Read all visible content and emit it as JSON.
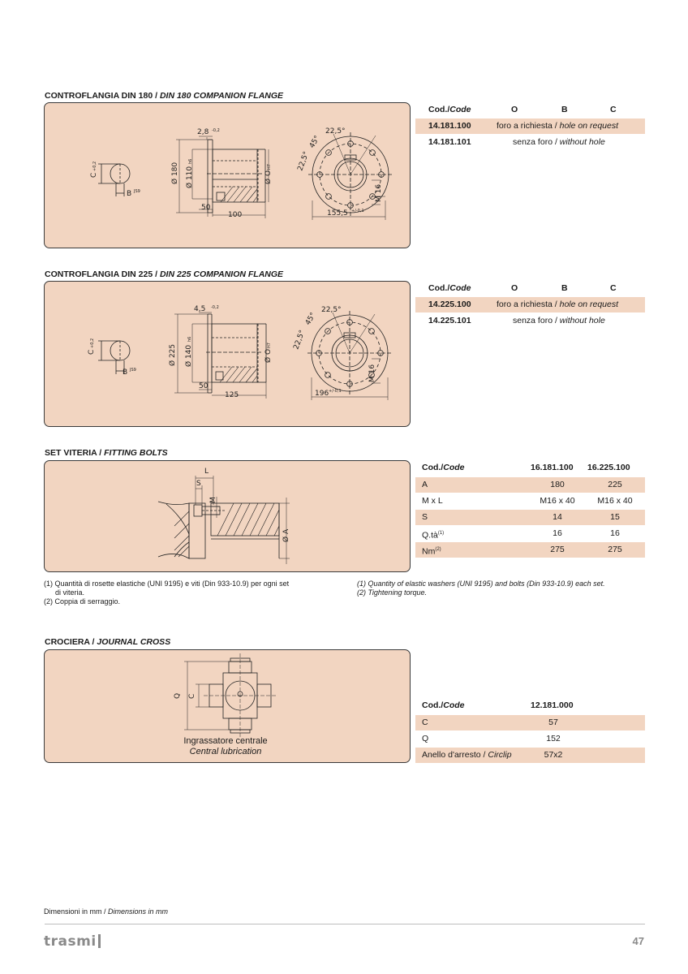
{
  "section1": {
    "title_it": "CONTROFLANGIA DIN 180 / ",
    "title_en": "DIN 180 COMPANION FLANGE",
    "drawing": {
      "d1": "2,8",
      "d1_tol": "-0,2",
      "d2": "Ø 180",
      "d3": "Ø 110",
      "d3_tol": "h6",
      "d4": "Ø O",
      "d4_tol": "H7",
      "d5": "50",
      "d6": "100",
      "d7": "155,5",
      "d7_tol": "+/-0,1",
      "a1": "22,5°",
      "a2": "45°",
      "a3": "22,5°",
      "m": "M 16",
      "c": "C",
      "c_tol": "+0,2",
      "b": "B",
      "b_tol": "JS9"
    },
    "table": {
      "headers": [
        "Cod./",
        "Code",
        "O",
        "B",
        "C"
      ],
      "rows": [
        {
          "code": "14.181.100",
          "desc_it": "foro a richiesta / ",
          "desc_en": "hole on request"
        },
        {
          "code": "14.181.101",
          "desc_it": "senza foro / ",
          "desc_en": "without hole"
        }
      ]
    }
  },
  "section2": {
    "title_it": "CONTROFLANGIA DIN 225 / ",
    "title_en": "DIN 225 COMPANION FLANGE",
    "drawing": {
      "d1": "4,5",
      "d1_tol": "-0,2",
      "d2": "Ø 225",
      "d3": "Ø 140",
      "d3_tol": "h6",
      "d4": "Ø O",
      "d4_tol": "H7",
      "d5": "50",
      "d6": "125",
      "d7": "196",
      "d7_tol": "+/-0,1",
      "a1": "22,5°",
      "a2": "45°",
      "a3": "22,5°",
      "m": "M 16",
      "c": "C",
      "c_tol": "+0,2",
      "b": "B",
      "b_tol": "JS9"
    },
    "table": {
      "headers": [
        "Cod./",
        "Code",
        "O",
        "B",
        "C"
      ],
      "rows": [
        {
          "code": "14.225.100",
          "desc_it": "foro a richiesta / ",
          "desc_en": "hole on request"
        },
        {
          "code": "14.225.101",
          "desc_it": "senza foro / ",
          "desc_en": "without hole"
        }
      ]
    }
  },
  "section3": {
    "title_it": "SET VITERIA / ",
    "title_en": "FITTING BOLTS",
    "drawing": {
      "l": "L",
      "s": "S",
      "m": "M",
      "a": "Ø A"
    },
    "table": {
      "headers": [
        "Cod./",
        "Code",
        "16.181.100",
        "16.225.100"
      ],
      "rows": [
        {
          "label": "A",
          "sup": "",
          "v1": "180",
          "v2": "225"
        },
        {
          "label": "M x L",
          "sup": "",
          "v1": "M16 x 40",
          "v2": "M16 x 40"
        },
        {
          "label": "S",
          "sup": "",
          "v1": "14",
          "v2": "15"
        },
        {
          "label": "Q.tà",
          "sup": "(1)",
          "v1": "16",
          "v2": "16"
        },
        {
          "label": "Nm",
          "sup": "(2)",
          "v1": "275",
          "v2": "275"
        }
      ]
    },
    "notes_it": [
      "(1) Quantità di rosette elastiche (UNI 9195) e viti (Din 933-10.9) per ogni set",
      "di viteria.",
      "(2) Coppia di serraggio."
    ],
    "notes_en": [
      "(1) Quantity of elastic washers (UNI 9195) and bolts (Din 933-10.9) each set.",
      "(2) Tightening torque."
    ]
  },
  "section4": {
    "title_it": "CROCIERA / ",
    "title_en": "JOURNAL CROSS",
    "drawing": {
      "q": "Q",
      "c": "C",
      "caption_it": "Ingrassatore centrale",
      "caption_en": "Central lubrication"
    },
    "table": {
      "headers": [
        "Cod./",
        "Code",
        "12.181.000"
      ],
      "rows": [
        {
          "label_it": "C",
          "label_en": "",
          "value": "57"
        },
        {
          "label_it": "Q",
          "label_en": "",
          "value": "152"
        },
        {
          "label_it": "Anello d'arresto / ",
          "label_en": "Circlip",
          "value": "57x2"
        }
      ]
    }
  },
  "footer": {
    "dims_it": "Dimensioni in mm / ",
    "dims_en": "Dimensions in mm",
    "brand": "trasmi",
    "page": "47"
  },
  "colors": {
    "panel": "#f2d5c1",
    "border": "#3a3a3a",
    "text": "#1a1a1a"
  }
}
